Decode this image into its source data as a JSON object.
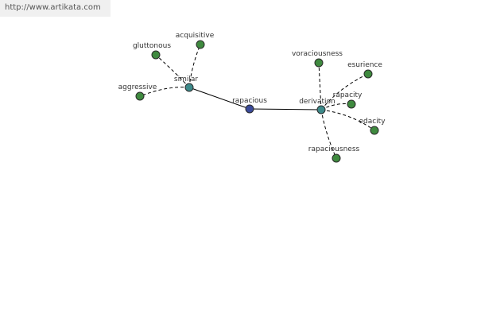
{
  "source": {
    "url_text": "http://www.artikata.com"
  },
  "colors": {
    "center": "#3a4a9a",
    "hub": "#3d8a8a",
    "leaf": "#3f8a3f",
    "edge": "#000000"
  },
  "graph": {
    "nodes": [
      {
        "id": "rapacious",
        "label": "rapacious",
        "kind": "center"
      },
      {
        "id": "similar",
        "label": "similar",
        "kind": "hub"
      },
      {
        "id": "derivation",
        "label": "derivation",
        "kind": "hub"
      },
      {
        "id": "gluttonous",
        "label": "gluttonous",
        "kind": "leaf"
      },
      {
        "id": "acquisitive",
        "label": "acquisitive",
        "kind": "leaf"
      },
      {
        "id": "aggressive",
        "label": "aggressive",
        "kind": "leaf"
      },
      {
        "id": "voraciousness",
        "label": "voraciousness",
        "kind": "leaf"
      },
      {
        "id": "esurience",
        "label": "esurience",
        "kind": "leaf"
      },
      {
        "id": "rapacity",
        "label": "rapacity",
        "kind": "leaf"
      },
      {
        "id": "edacity",
        "label": "edacity",
        "kind": "leaf"
      },
      {
        "id": "rapaciousness",
        "label": "rapaciousness",
        "kind": "leaf"
      }
    ],
    "edges": [
      {
        "from": "rapacious",
        "to": "similar",
        "style": "solid"
      },
      {
        "from": "rapacious",
        "to": "derivation",
        "style": "solid"
      },
      {
        "from": "similar",
        "to": "gluttonous",
        "style": "dashed"
      },
      {
        "from": "similar",
        "to": "acquisitive",
        "style": "dashed"
      },
      {
        "from": "similar",
        "to": "aggressive",
        "style": "dashed"
      },
      {
        "from": "derivation",
        "to": "voraciousness",
        "style": "dashed"
      },
      {
        "from": "derivation",
        "to": "esurience",
        "style": "dashed"
      },
      {
        "from": "derivation",
        "to": "rapacity",
        "style": "dashed"
      },
      {
        "from": "derivation",
        "to": "edacity",
        "style": "dashed"
      },
      {
        "from": "derivation",
        "to": "rapaciousness",
        "style": "dashed"
      }
    ]
  }
}
